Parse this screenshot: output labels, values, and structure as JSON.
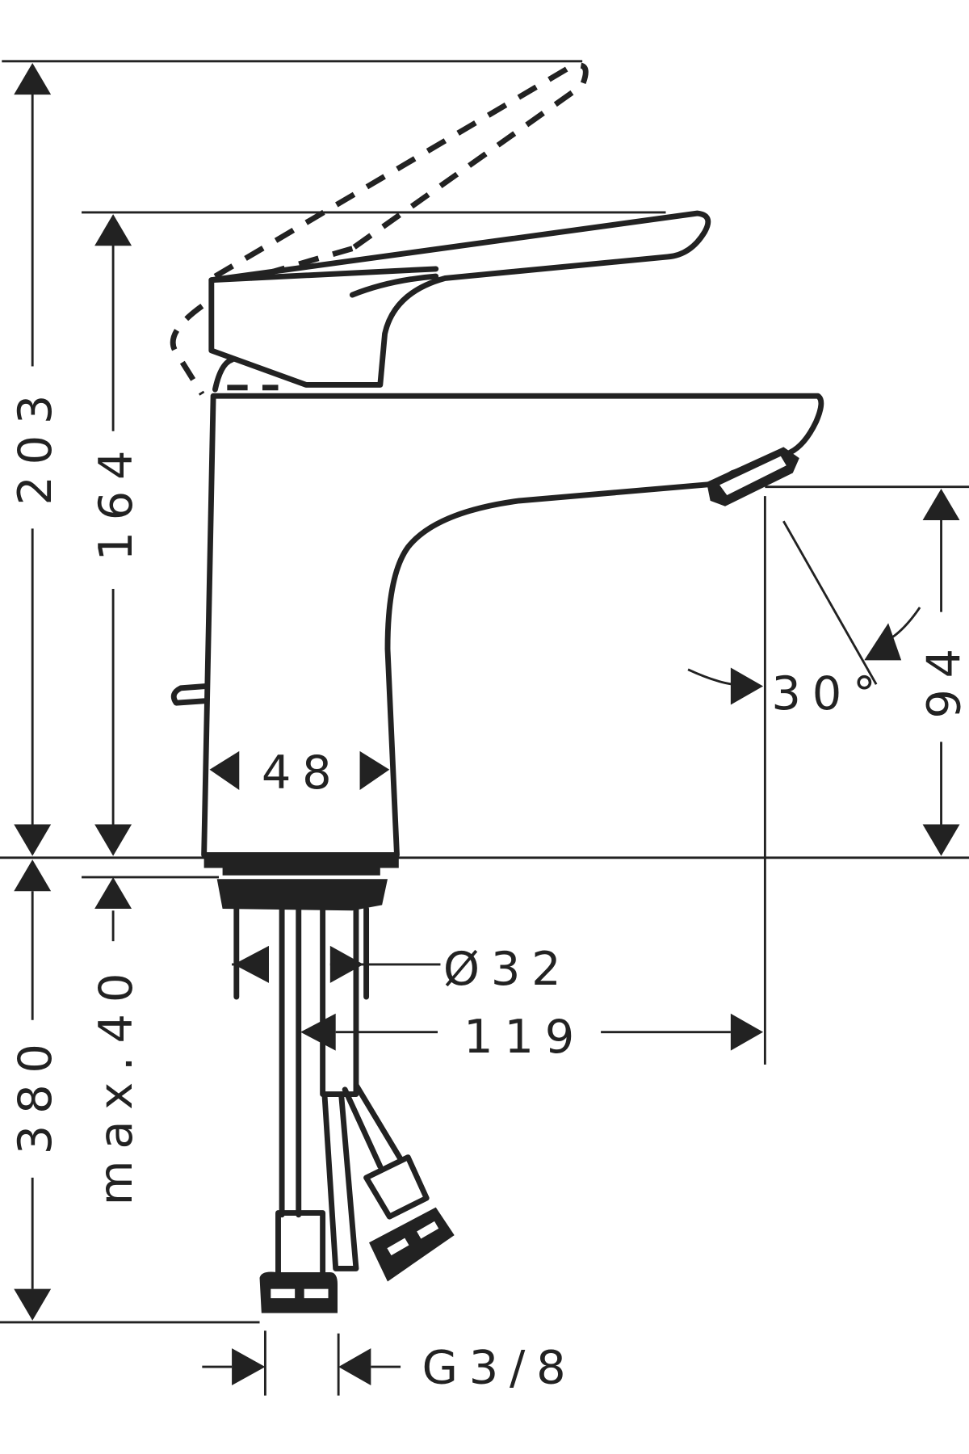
{
  "diagram": {
    "subject": "Single-lever basin mixer tap — dimensional drawing (side view)",
    "units": "mm",
    "dimensions": {
      "overall_height_lever_open": "203",
      "height_lever_closed": "164",
      "spout_outlet_height": "94",
      "jet_angle": "30°",
      "body_width": "48",
      "mounting_hole_diameter": "Ø32",
      "spout_projection": "119",
      "max_deck_thickness_prefix": "max.",
      "max_deck_thickness": "40",
      "supply_hose_length": "380",
      "connection_thread": "G3/8"
    },
    "colors": {
      "line": "#222222",
      "background": "#ffffff"
    }
  }
}
